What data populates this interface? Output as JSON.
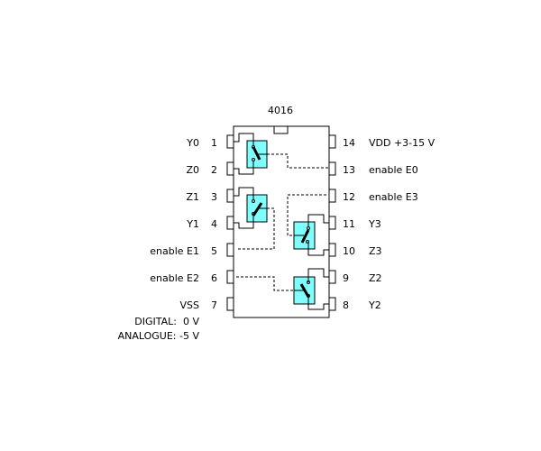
{
  "chip": {
    "title": "4016",
    "left_pins": [
      {
        "num": "1",
        "label": "Y0"
      },
      {
        "num": "2",
        "label": "Z0"
      },
      {
        "num": "3",
        "label": "Z1"
      },
      {
        "num": "4",
        "label": "Y1"
      },
      {
        "num": "5",
        "label": "enable E1"
      },
      {
        "num": "6",
        "label": "enable E2"
      },
      {
        "num": "7",
        "label": "VSS"
      }
    ],
    "right_pins": [
      {
        "num": "14",
        "label": "VDD +3-15 V"
      },
      {
        "num": "13",
        "label": "enable E0"
      },
      {
        "num": "12",
        "label": "enable E3"
      },
      {
        "num": "11",
        "label": "Y3"
      },
      {
        "num": "10",
        "label": "Z3"
      },
      {
        "num": "9",
        "label": "Z2"
      },
      {
        "num": "8",
        "label": "Y2"
      }
    ],
    "vss_notes": [
      "DIGITAL:  0 V",
      "ANALOGUE: -5 V"
    ],
    "switch_color": "#80ffff"
  }
}
